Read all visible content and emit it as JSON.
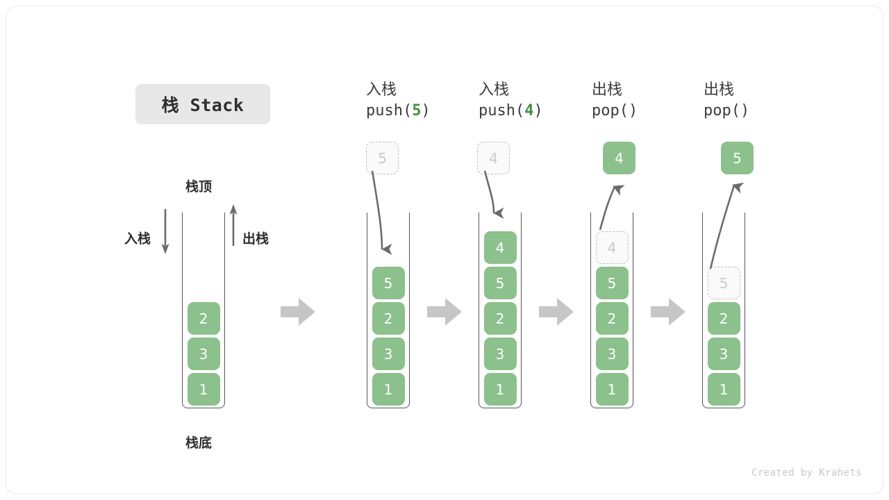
{
  "title": {
    "text": "栈 Stack"
  },
  "labels": {
    "top": "栈顶",
    "bottom": "栈底",
    "push": "入栈",
    "pop": "出栈"
  },
  "footer": {
    "credit": "Created by Krahets"
  },
  "colors": {
    "element_green": "#8cc08c",
    "ghost_border": "#bdbdbd",
    "ghost_text": "#c9c9c9",
    "arrow_gray": "#6e6a68",
    "flow_arrow_gray": "#c6c6c6",
    "title_bg": "#e8e8e8",
    "code_accent": "#3f9142"
  },
  "panels": [
    {
      "id": "initial",
      "header_cn": "",
      "header_code": "",
      "header_code_arg": "",
      "stack": [
        "1",
        "3",
        "2"
      ],
      "ghost_in_stack": null,
      "float_box": null,
      "float_box_kind": null
    },
    {
      "id": "push-5",
      "header_cn": "入栈",
      "header_code_pre": "push(",
      "header_code_arg": "5",
      "header_code_post": ")",
      "stack": [
        "1",
        "3",
        "2",
        "5"
      ],
      "ghost_in_stack": null,
      "float_box": "5",
      "float_box_kind": "ghost"
    },
    {
      "id": "push-4",
      "header_cn": "入栈",
      "header_code_pre": "push(",
      "header_code_arg": "4",
      "header_code_post": ")",
      "stack": [
        "1",
        "3",
        "2",
        "5",
        "4"
      ],
      "ghost_in_stack": null,
      "float_box": "4",
      "float_box_kind": "ghost"
    },
    {
      "id": "pop-1",
      "header_cn": "出栈",
      "header_code_pre": "pop(",
      "header_code_arg": "",
      "header_code_post": ")",
      "stack": [
        "1",
        "3",
        "2",
        "5"
      ],
      "ghost_in_stack": "4",
      "float_box": "4",
      "float_box_kind": "solid"
    },
    {
      "id": "pop-2",
      "header_cn": "出栈",
      "header_code_pre": "pop(",
      "header_code_arg": "",
      "header_code_post": ")",
      "stack": [
        "1",
        "3",
        "2"
      ],
      "ghost_in_stack": "5",
      "float_box": "5",
      "float_box_kind": "solid"
    }
  ]
}
